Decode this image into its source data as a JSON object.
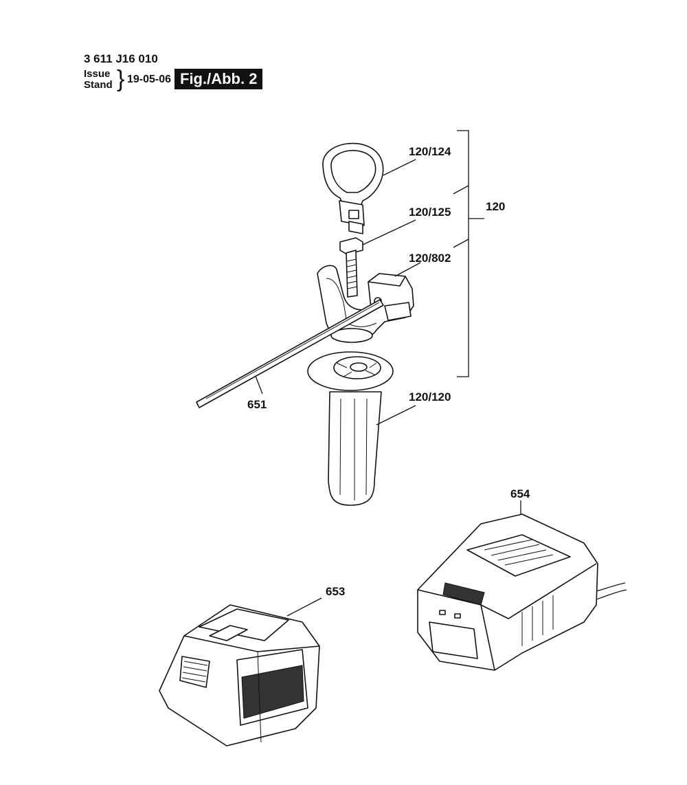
{
  "header": {
    "part_number": "3 611 J16 010",
    "issue_label": "Issue",
    "stand_label": "Stand",
    "date": "19-05-06",
    "figure": "Fig./Abb. 2"
  },
  "callouts": {
    "c120_124": "120/124",
    "c120_125": "120/125",
    "c120_802": "120/802",
    "c120_120": "120/120",
    "c120": "120",
    "c651": "651",
    "c653": "653",
    "c654": "654"
  }
}
